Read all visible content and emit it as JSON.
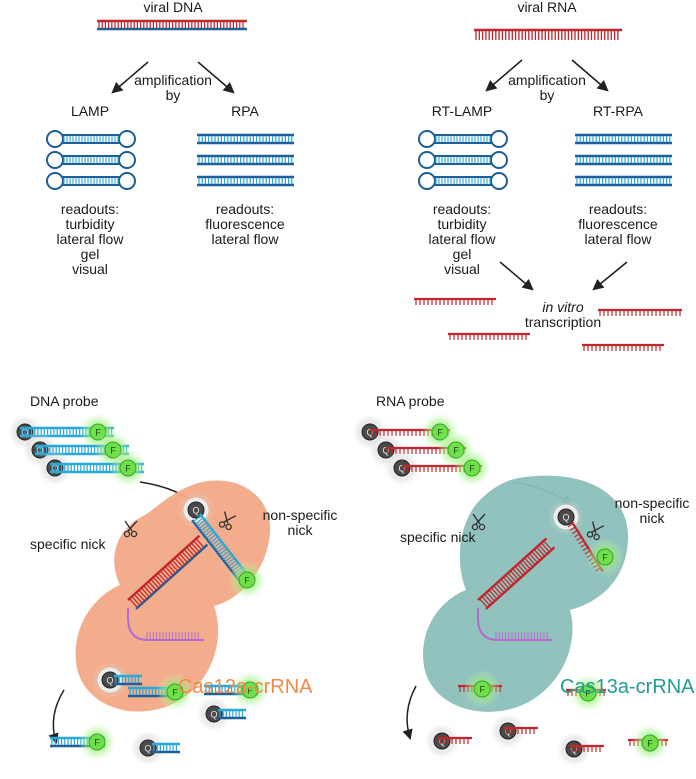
{
  "left": {
    "title": "viral DNA",
    "amplification": [
      "amplification",
      "by"
    ],
    "method_a": "LAMP",
    "method_b": "RPA",
    "readouts_a": [
      "readouts:",
      "turbidity",
      "lateral flow",
      "gel",
      "visual"
    ],
    "readouts_b": [
      "readouts:",
      "fluorescence",
      "lateral flow"
    ],
    "probe_label": "DNA probe",
    "specific_nick": "specific nick",
    "nonspecific_nick": [
      "non-specific",
      "nick"
    ],
    "enzyme": "Cas12a-crRNA"
  },
  "right": {
    "title": "viral RNA",
    "amplification": [
      "amplification",
      "by"
    ],
    "method_a": "RT-LAMP",
    "method_b": "RT-RPA",
    "readouts_a": [
      "readouts:",
      "turbidity",
      "lateral flow",
      "gel",
      "visual"
    ],
    "readouts_b": [
      "readouts:",
      "fluorescence",
      "lateral flow"
    ],
    "ivt": [
      "in vitro",
      "transcription"
    ],
    "probe_label": "RNA probe",
    "specific_nick": "specific nick",
    "nonspecific_nick": [
      "non-specific",
      "nick"
    ],
    "enzyme": "Cas13a-crRNA"
  },
  "markers": {
    "quencher": "Q",
    "fluorophore": "F"
  },
  "colors": {
    "dna_top": "#c0262d",
    "dna_bottom": "#1f5f98",
    "rna": "#c0262d",
    "probe_blue": "#2aa8d8",
    "cas12": "#f0a27c",
    "cas13": "#7fb9b3",
    "fluor": "#6fe04a",
    "quench": "#4a4a4a",
    "crRNA": "#b56ad0"
  }
}
